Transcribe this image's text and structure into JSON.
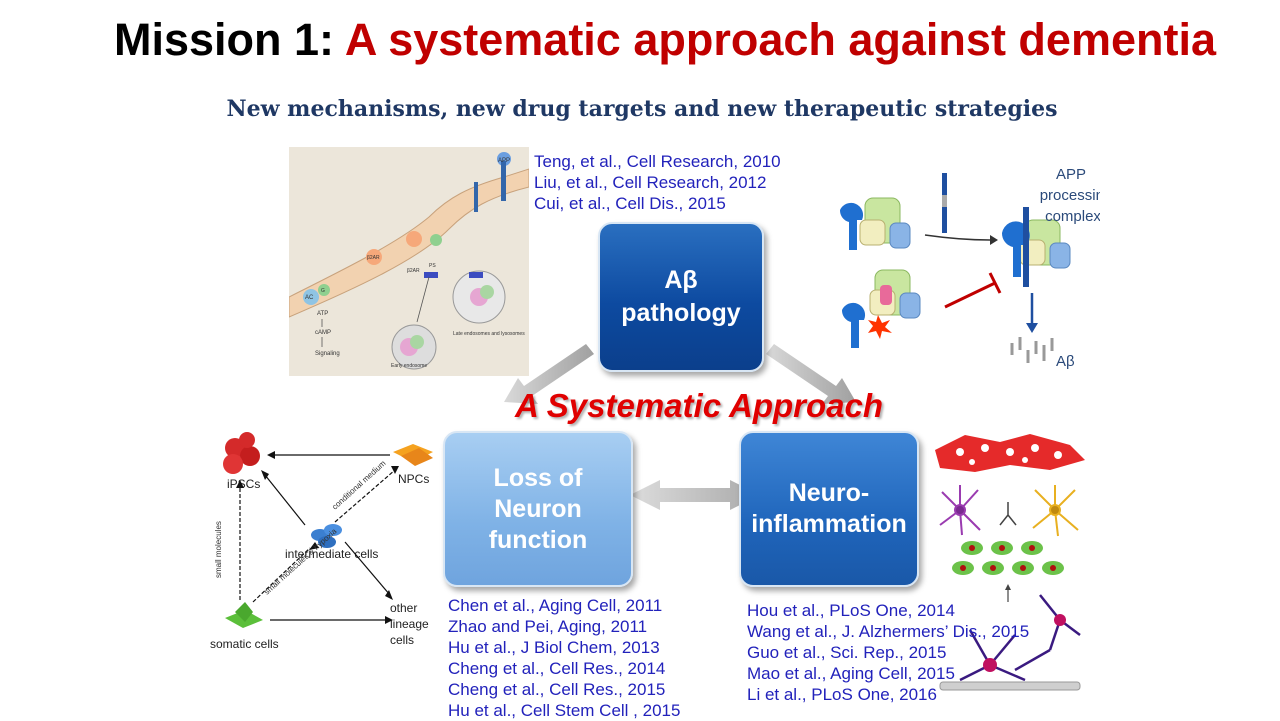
{
  "title": {
    "prefix": "Mission 1: ",
    "highlight": "A systematic approach against dementia"
  },
  "subtitle": "New mechanisms, new drug targets and new therapeutic strategies",
  "boxes": {
    "ab": "Aβ\npathology",
    "loss": "Loss of\nNeuron\nfunction",
    "neuro": "Neuro-\ninflammation"
  },
  "systematic_approach": "A Systematic Approach",
  "refs_ab": [
    "Teng, et al., Cell Research, 2010",
    "Liu, et al., Cell Research, 2012",
    "Cui, et al., Cell Dis., 2015"
  ],
  "refs_loss": [
    "Chen et al., Aging Cell, 2011",
    "Zhao and Pei, Aging, 2011",
    "Hu et al., J Biol Chem, 2013",
    "Cheng et al., Cell Res., 2014",
    "Cheng et al., Cell Res., 2015",
    "Hu et al., Cell Stem Cell , 2015"
  ],
  "refs_neuro": [
    "Hou et al., PLoS One, 2014",
    "Wang et al., J. Alzhermers’ Dis., 2015",
    "Guo et al., Sci. Rep., 2015",
    "Mao et al., Aging Cell, 2015",
    "Li et al., PLoS One, 2016"
  ],
  "app_diagram": {
    "title_line1": "APP",
    "title_line2": "processing",
    "title_line3": "complex",
    "product": "Aβ"
  },
  "cell_diagram": {
    "ipscs": "iPSCs",
    "npcs": "NPCs",
    "intermediate": "intermediate cells",
    "somatic": "somatic cells",
    "other1": "other",
    "other2": "lineage",
    "other3": "cells",
    "small_molecules": "small molecules",
    "small_molecules_hypoxia": "small molecules & hypoxia",
    "conditional_medium": "conditional medium"
  },
  "endosome_diagram": {
    "app": "APP",
    "ac": "AC",
    "g": "G",
    "atp": "ATP",
    "camp": "cAMP",
    "signaling": "Signaling",
    "b2ar1": "β2AR",
    "b2ar2": "β2AR",
    "ps": "PS",
    "early": "Early endosome",
    "late": "Late endosomes and lysosomes"
  }
}
